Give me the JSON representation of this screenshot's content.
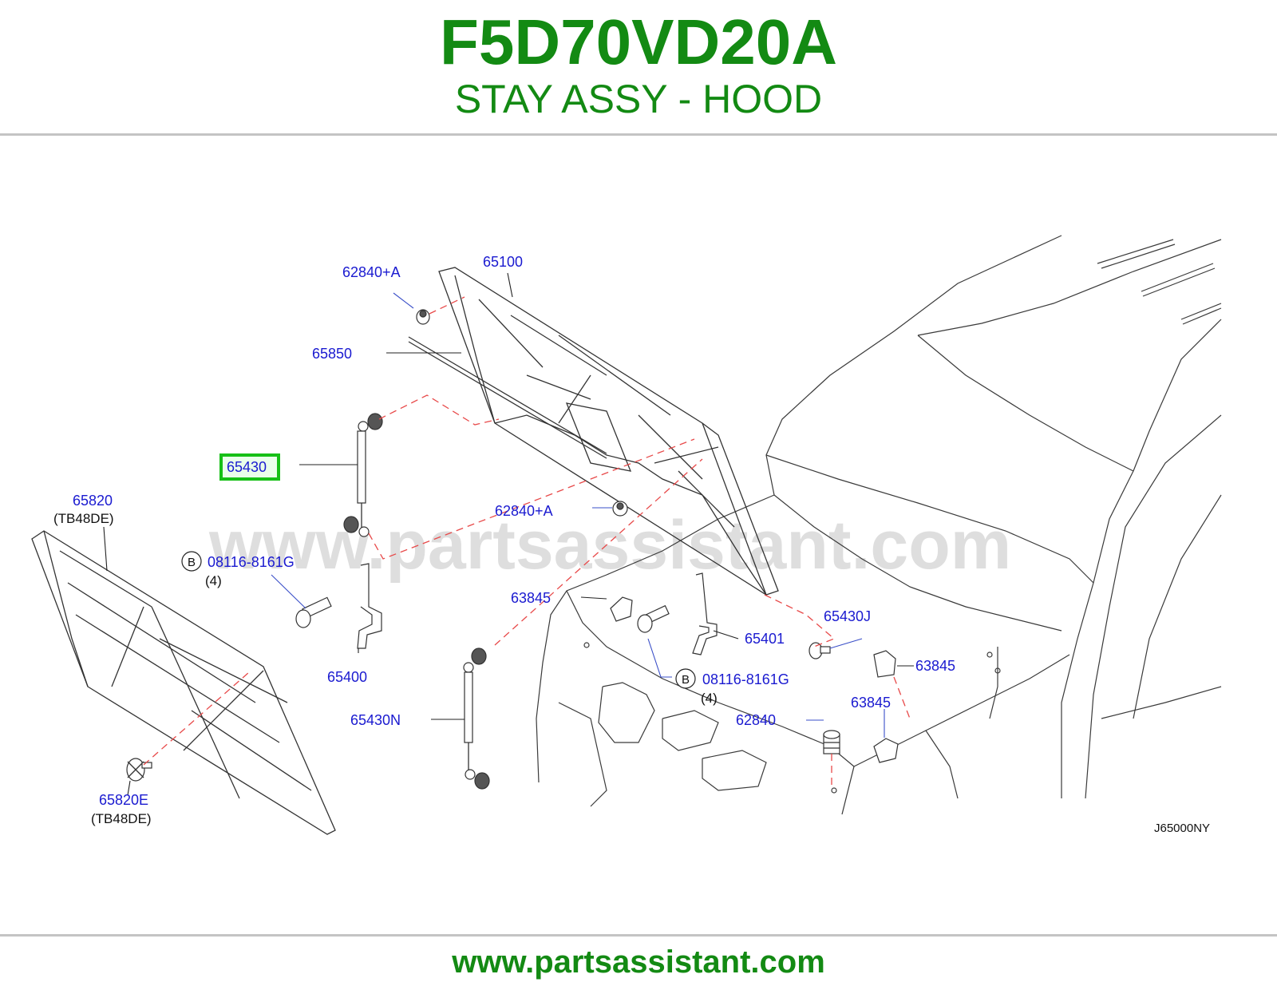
{
  "header": {
    "part_number": "F5D70VD20A",
    "part_name": "STAY ASSY - HOOD"
  },
  "diagram": {
    "watermark": "www.partsassistant.com",
    "reference_code": "J65000NY",
    "highlighted_part": "65430",
    "highlight_color": "#16c016",
    "label_color": "#1a1ad0",
    "callouts": {
      "c62840a_top": "62840+A",
      "c65100": "65100",
      "c65850": "65850",
      "c65430": "65430",
      "c62840a_mid": "62840+A",
      "c65820": "65820",
      "c65820_sub": "(TB48DE)",
      "b_marker_1": "B",
      "c08116_1": "08116-8161G",
      "c08116_1_qty": "(4)",
      "c65400": "65400",
      "c63845_left": "63845",
      "c65401": "65401",
      "c65430j": "65430J",
      "c63845_right": "63845",
      "b_marker_2": "B",
      "c08116_2": "08116-8161G",
      "c08116_2_qty": "(4)",
      "c63845_low": "63845",
      "c62840": "62840",
      "c65430n": "65430N",
      "c65820e": "65820E",
      "c65820e_sub": "(TB48DE)"
    }
  },
  "footer": {
    "url": "www.partsassistant.com"
  }
}
